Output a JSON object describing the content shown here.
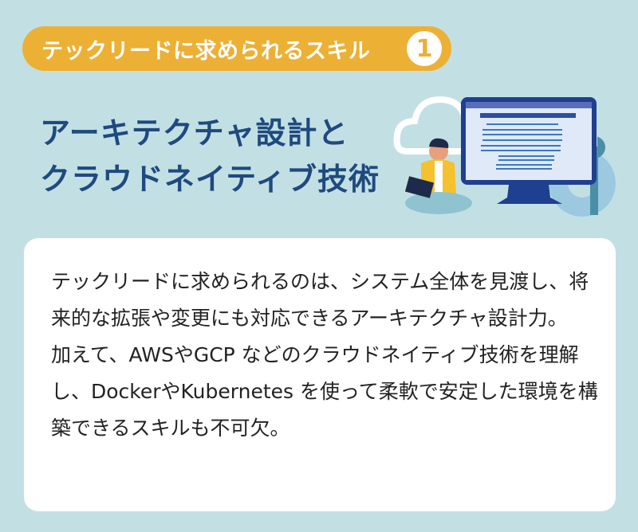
{
  "badge": {
    "label": "テックリードに求められるスキル",
    "number": "1",
    "color": "#ecb035"
  },
  "title": {
    "line1": "アーキテクチャ設計と",
    "line2": "クラウドネイティブ技術",
    "color": "#1f4a7e"
  },
  "illustration": {
    "icons": [
      "cloud-icon",
      "monitor-icon",
      "gear-icon",
      "wrench-icon",
      "person-with-laptop"
    ]
  },
  "card": {
    "paragraphs": [
      "テックリードに求められるのは、システム全体を見渡し、将来的な拡張や変更にも対応できるアーキテクチャ設計力。",
      "加えて、AWSやGCP などのクラウドネイティブ技術を理解し、DockerやKubernetes を使って柔軟で安定した環境を構築できるスキルも不可欠。"
    ]
  },
  "colors": {
    "background": "#c2e0e4",
    "card": "#ffffff"
  }
}
